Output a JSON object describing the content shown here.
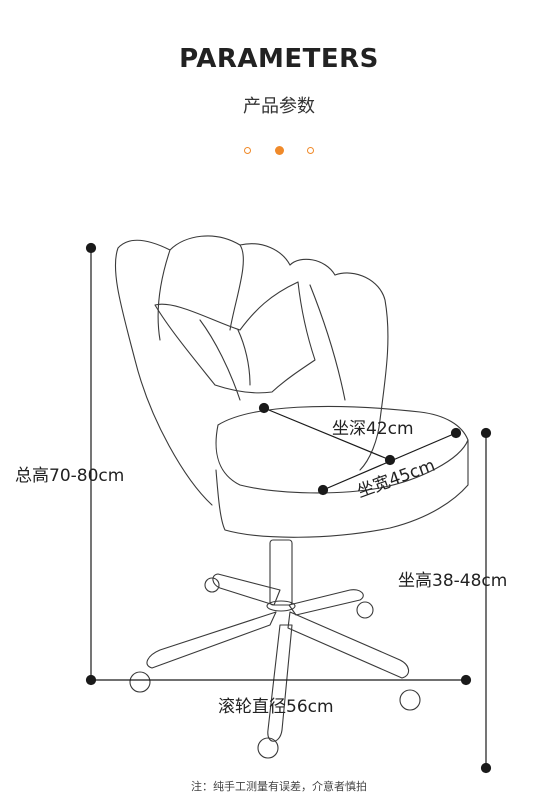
{
  "header": {
    "title": "PARAMETERS",
    "subtitle": "产品参数"
  },
  "accent_color": "#f08a2a",
  "dimensions": {
    "total_height": "总高70-80cm",
    "seat_depth": "坐深42cm",
    "seat_width": "坐宽45cm",
    "seat_height": "坐高38-48cm",
    "wheel_diameter": "滚轮直径56cm"
  },
  "footer": {
    "note": "注：纯手工测量有误差，介意者慎拍"
  }
}
